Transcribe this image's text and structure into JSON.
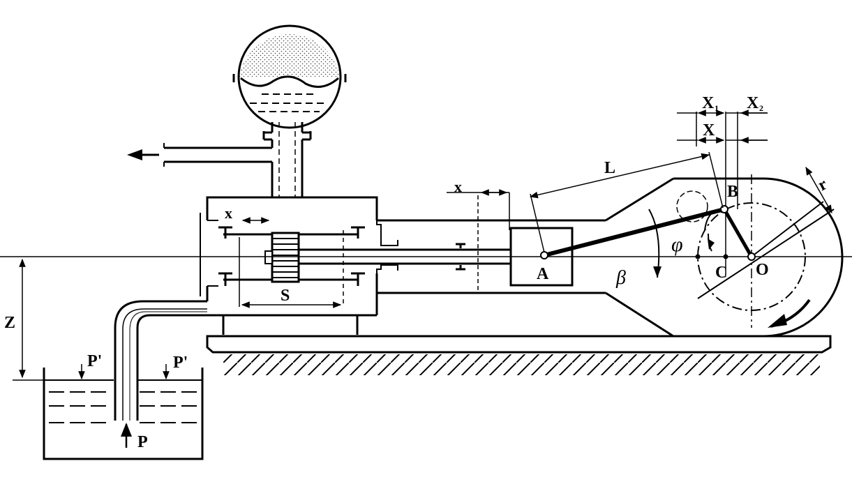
{
  "labels": {
    "z": "Z",
    "p_prime_left": "P'",
    "p_prime_right": "P'",
    "p": "P",
    "x_valve": "x",
    "s": "S",
    "x_rod": "x",
    "a": "A",
    "l": "L",
    "b": "B",
    "c": "C",
    "o": "O",
    "r": "r",
    "phi": "φ",
    "beta": "β",
    "x_main": "X",
    "x1": "X",
    "x1_sub": "1",
    "x2": "X",
    "x2_sub": "2"
  },
  "colors": {
    "ink": "#000000",
    "paper": "#ffffff",
    "dots": "#555555"
  }
}
